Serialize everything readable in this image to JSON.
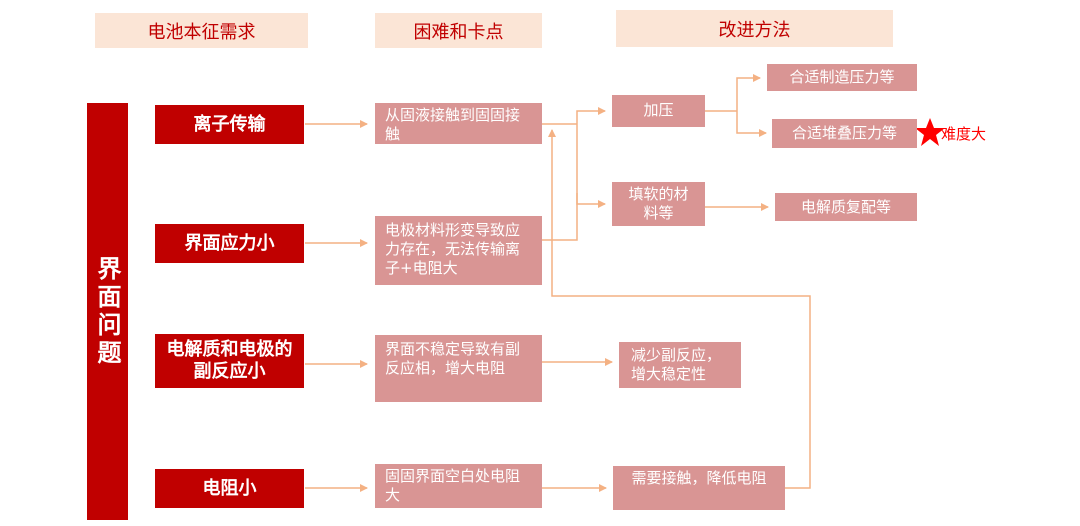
{
  "headers": {
    "col1": "电池本征需求",
    "col2": "困难和卡点",
    "col3": "改进方法"
  },
  "side_label": "界面问题",
  "requirements": [
    "离子传输",
    "界面应力小",
    "电解质和电极的副反应小",
    "电阻小"
  ],
  "difficulties": [
    "从固液接触到固固接触",
    "电极材料形变导致应力存在，无法传输离子+电阻大",
    "界面不稳定导致有副反应相，增大电阻",
    "固固界面空白处电阻大"
  ],
  "methods": {
    "pressure": "加压",
    "soft_material": "填软的材料等",
    "reduce_side_reaction": "减少副反应，增大稳定性",
    "need_contact": "需要接触，降低电阻"
  },
  "sub_methods": {
    "manufacturing_pressure": "合适制造压力等",
    "stacking_pressure": "合适堆叠压力等",
    "electrolyte_matching": "电解质复配等"
  },
  "difficulty_note": "难度大",
  "colors": {
    "dark_red": "#c00000",
    "pink": "#d99594",
    "header_bg": "#fbe5d6",
    "arrow": "#f4b183",
    "star": "#ff0000"
  }
}
